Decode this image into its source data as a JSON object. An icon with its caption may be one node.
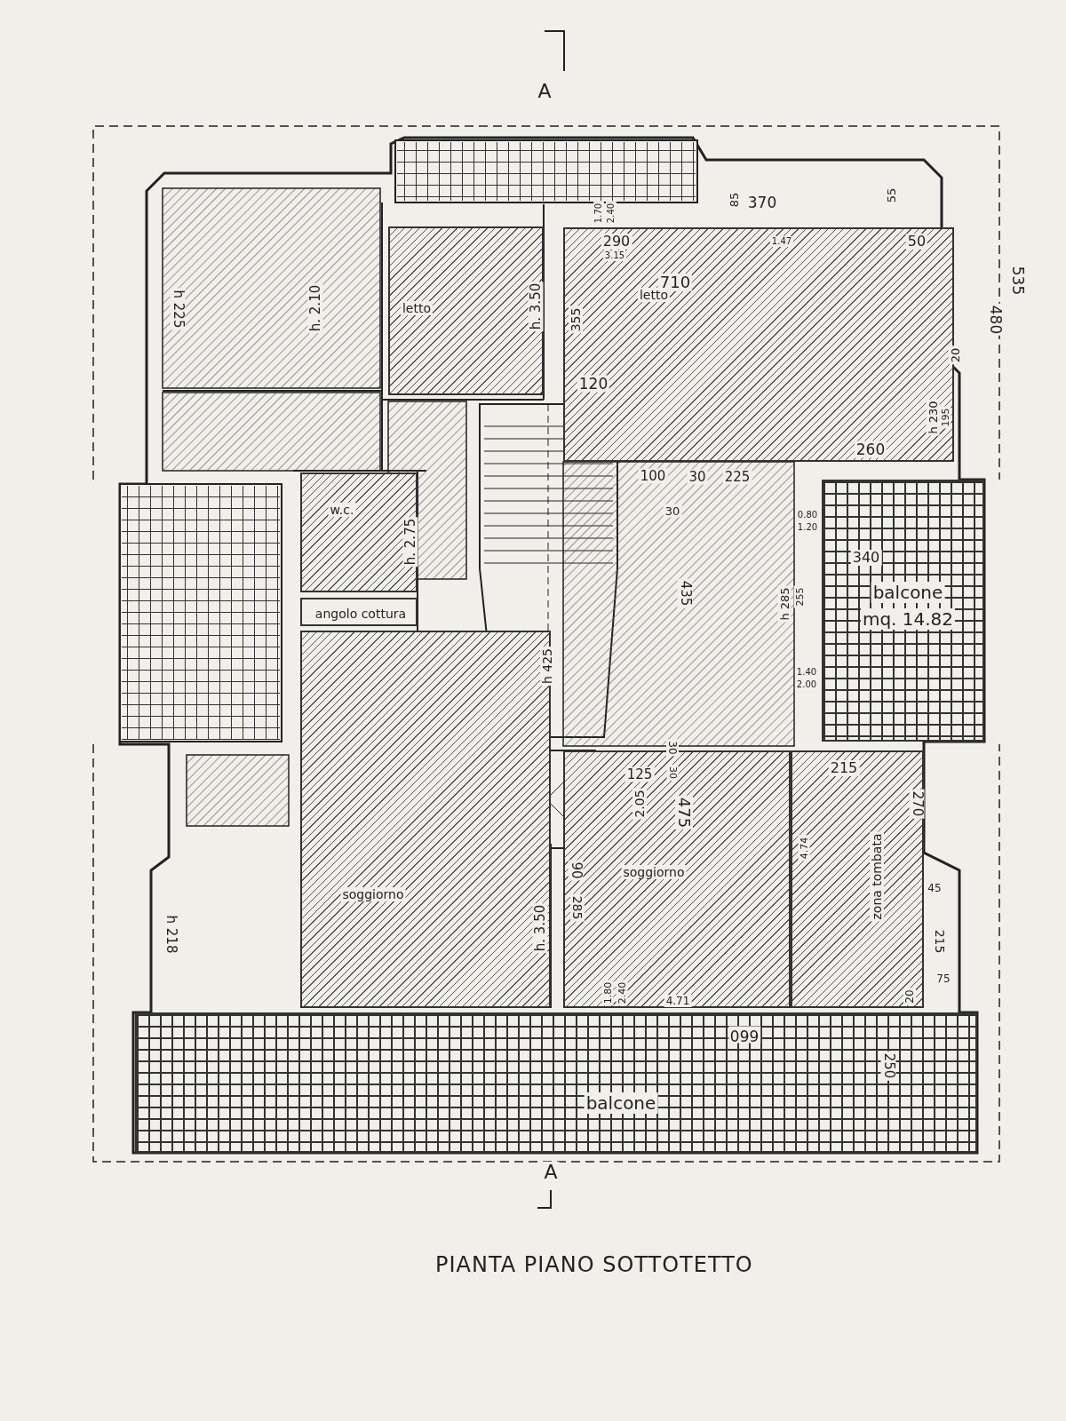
{
  "diagram": {
    "caption": "PIANTA PIANO SOTTOTETTO",
    "nodes": [
      {
        "text": [
          "letto"
        ]
      },
      {
        "text": [
          "letto"
        ]
      },
      {
        "text": [
          "w.c."
        ]
      },
      {
        "text": [
          "angolo cottura"
        ]
      },
      {
        "text": [
          "balcone",
          "mq. 14.82"
        ]
      },
      {
        "text": [
          "soggiorno"
        ]
      },
      {
        "text": [
          "soggiorno"
        ]
      },
      {
        "text": [
          "zona tombata"
        ]
      },
      {
        "text": [
          "balcone"
        ]
      }
    ],
    "labels": [
      "A",
      "85",
      "370",
      "55",
      "535",
      "1.70",
      "2.40",
      "290",
      "50",
      "3.15",
      "1.47",
      "710",
      "h 225",
      "h. 2.10",
      "h. 3.50",
      "355",
      "480",
      "20",
      "120",
      "h 230",
      "195",
      "260",
      "100",
      "30",
      "225",
      "30",
      "0.80",
      "1.20",
      "h. 2.75",
      "340",
      "435",
      "h 285",
      "255",
      "h 425",
      "1.40",
      "2.00",
      "30",
      "215",
      "125",
      "30",
      "2.05",
      "475",
      "270",
      "4.74",
      "90",
      "45",
      "285",
      "h 218",
      "h. 3.50",
      "215",
      "75",
      "20",
      "4.71",
      "1.80",
      "2.40",
      "660",
      "250",
      "A"
    ]
  }
}
